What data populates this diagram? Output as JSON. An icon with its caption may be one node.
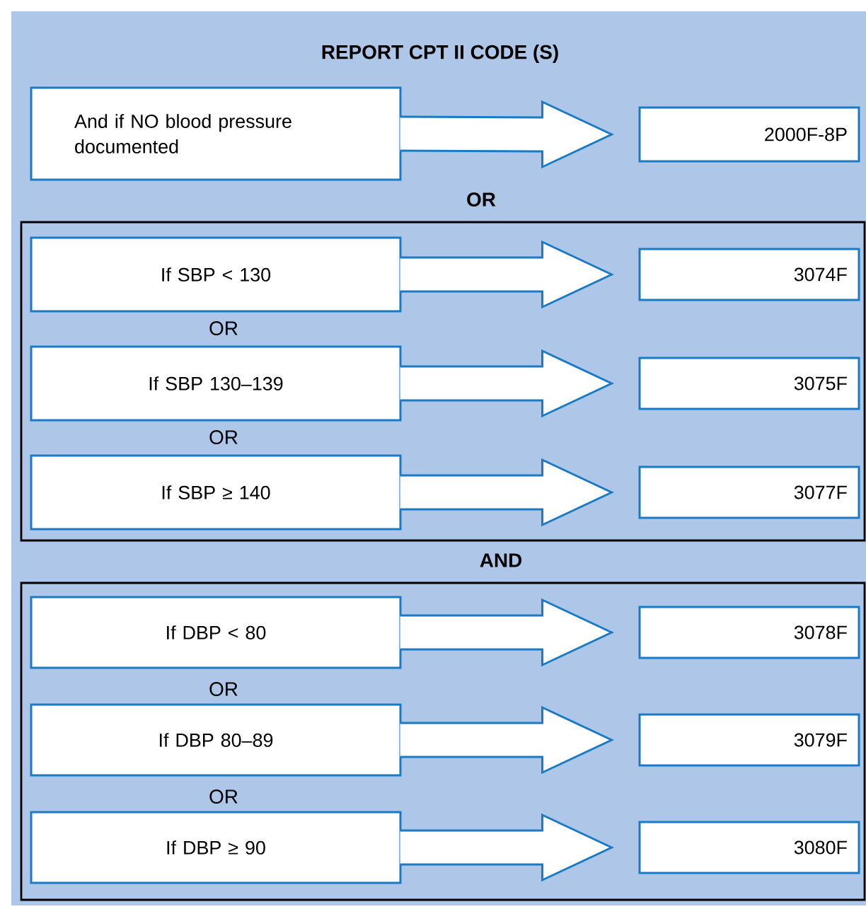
{
  "diagram": {
    "title": "REPORT CPT II CODE (S)",
    "nodes": [
      {
        "text": [
          "And if NO blood pressure documented"
        ]
      },
      {
        "text": [
          "2000F-8P"
        ]
      },
      {
        "text": [],
        "shape": "box"
      },
      {
        "text": [
          "If SBP < 130"
        ],
        "in": 2
      },
      {
        "text": [
          "3074F"
        ],
        "in": 2
      },
      {
        "text": [
          "If SBP 130–139"
        ],
        "in": 2
      },
      {
        "text": [
          "3075F"
        ],
        "in": 2
      },
      {
        "text": [
          "If SBP ≥ 140"
        ],
        "in": 2
      },
      {
        "text": [
          "3077F"
        ],
        "in": 2
      },
      {
        "text": [],
        "shape": "box"
      },
      {
        "text": [
          "If DBP < 80"
        ],
        "in": 9
      },
      {
        "text": [
          "3078F"
        ],
        "in": 9
      },
      {
        "text": [
          "If DBP 80–89"
        ],
        "in": 9
      },
      {
        "text": [
          "3079F"
        ],
        "in": 9
      },
      {
        "text": [
          "If DBP ≥ 90"
        ],
        "in": 9
      },
      {
        "text": [
          "3080F"
        ],
        "in": 9
      }
    ],
    "edges": [
      {
        "from": 0,
        "to": 1,
        "arrow": "to"
      },
      {
        "from": 3,
        "to": 4,
        "arrow": "to"
      },
      {
        "from": 5,
        "to": 6,
        "arrow": "to"
      },
      {
        "from": 7,
        "to": 8,
        "arrow": "to"
      },
      {
        "from": 10,
        "to": 11,
        "arrow": "to"
      },
      {
        "from": 12,
        "to": 13,
        "arrow": "to"
      },
      {
        "from": 14,
        "to": 15,
        "arrow": "to"
      }
    ],
    "labels": [
      "OR",
      "OR",
      "OR",
      "AND",
      "OR",
      "OR"
    ]
  }
}
